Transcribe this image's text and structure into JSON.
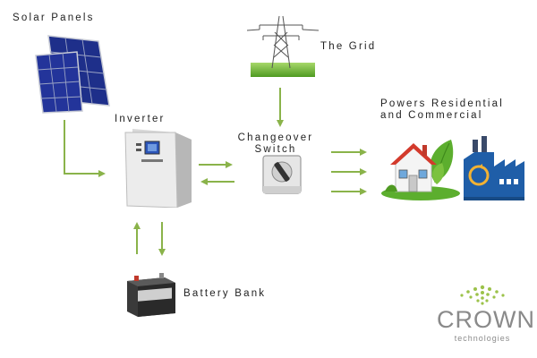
{
  "labels": {
    "solar_panels": "Solar Panels",
    "the_grid": "The Grid",
    "inverter": "Inverter",
    "changeover_line1": "Changeover",
    "changeover_line2": "Switch",
    "powers_line1": "Powers Residential",
    "powers_line2": "and Commercial",
    "battery_bank": "Battery Bank"
  },
  "brand": {
    "name": "CROWN",
    "tagline": "technologies"
  },
  "colors": {
    "arrow": "#8ab34a",
    "panel_blue": "#1e2f8a",
    "leaf_green": "#5cae2e",
    "factory_blue": "#1f5ea8",
    "brand_green": "#9cc24a",
    "brand_gray": "#8a8a8a"
  }
}
